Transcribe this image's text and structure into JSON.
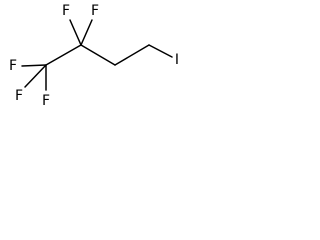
{
  "molecule": {
    "atoms": {
      "f_top_left": "F",
      "f_top_right": "F",
      "f_left_upper": "F",
      "f_left_lower": "F",
      "f_bottom": "F",
      "iodine": "I"
    }
  }
}
